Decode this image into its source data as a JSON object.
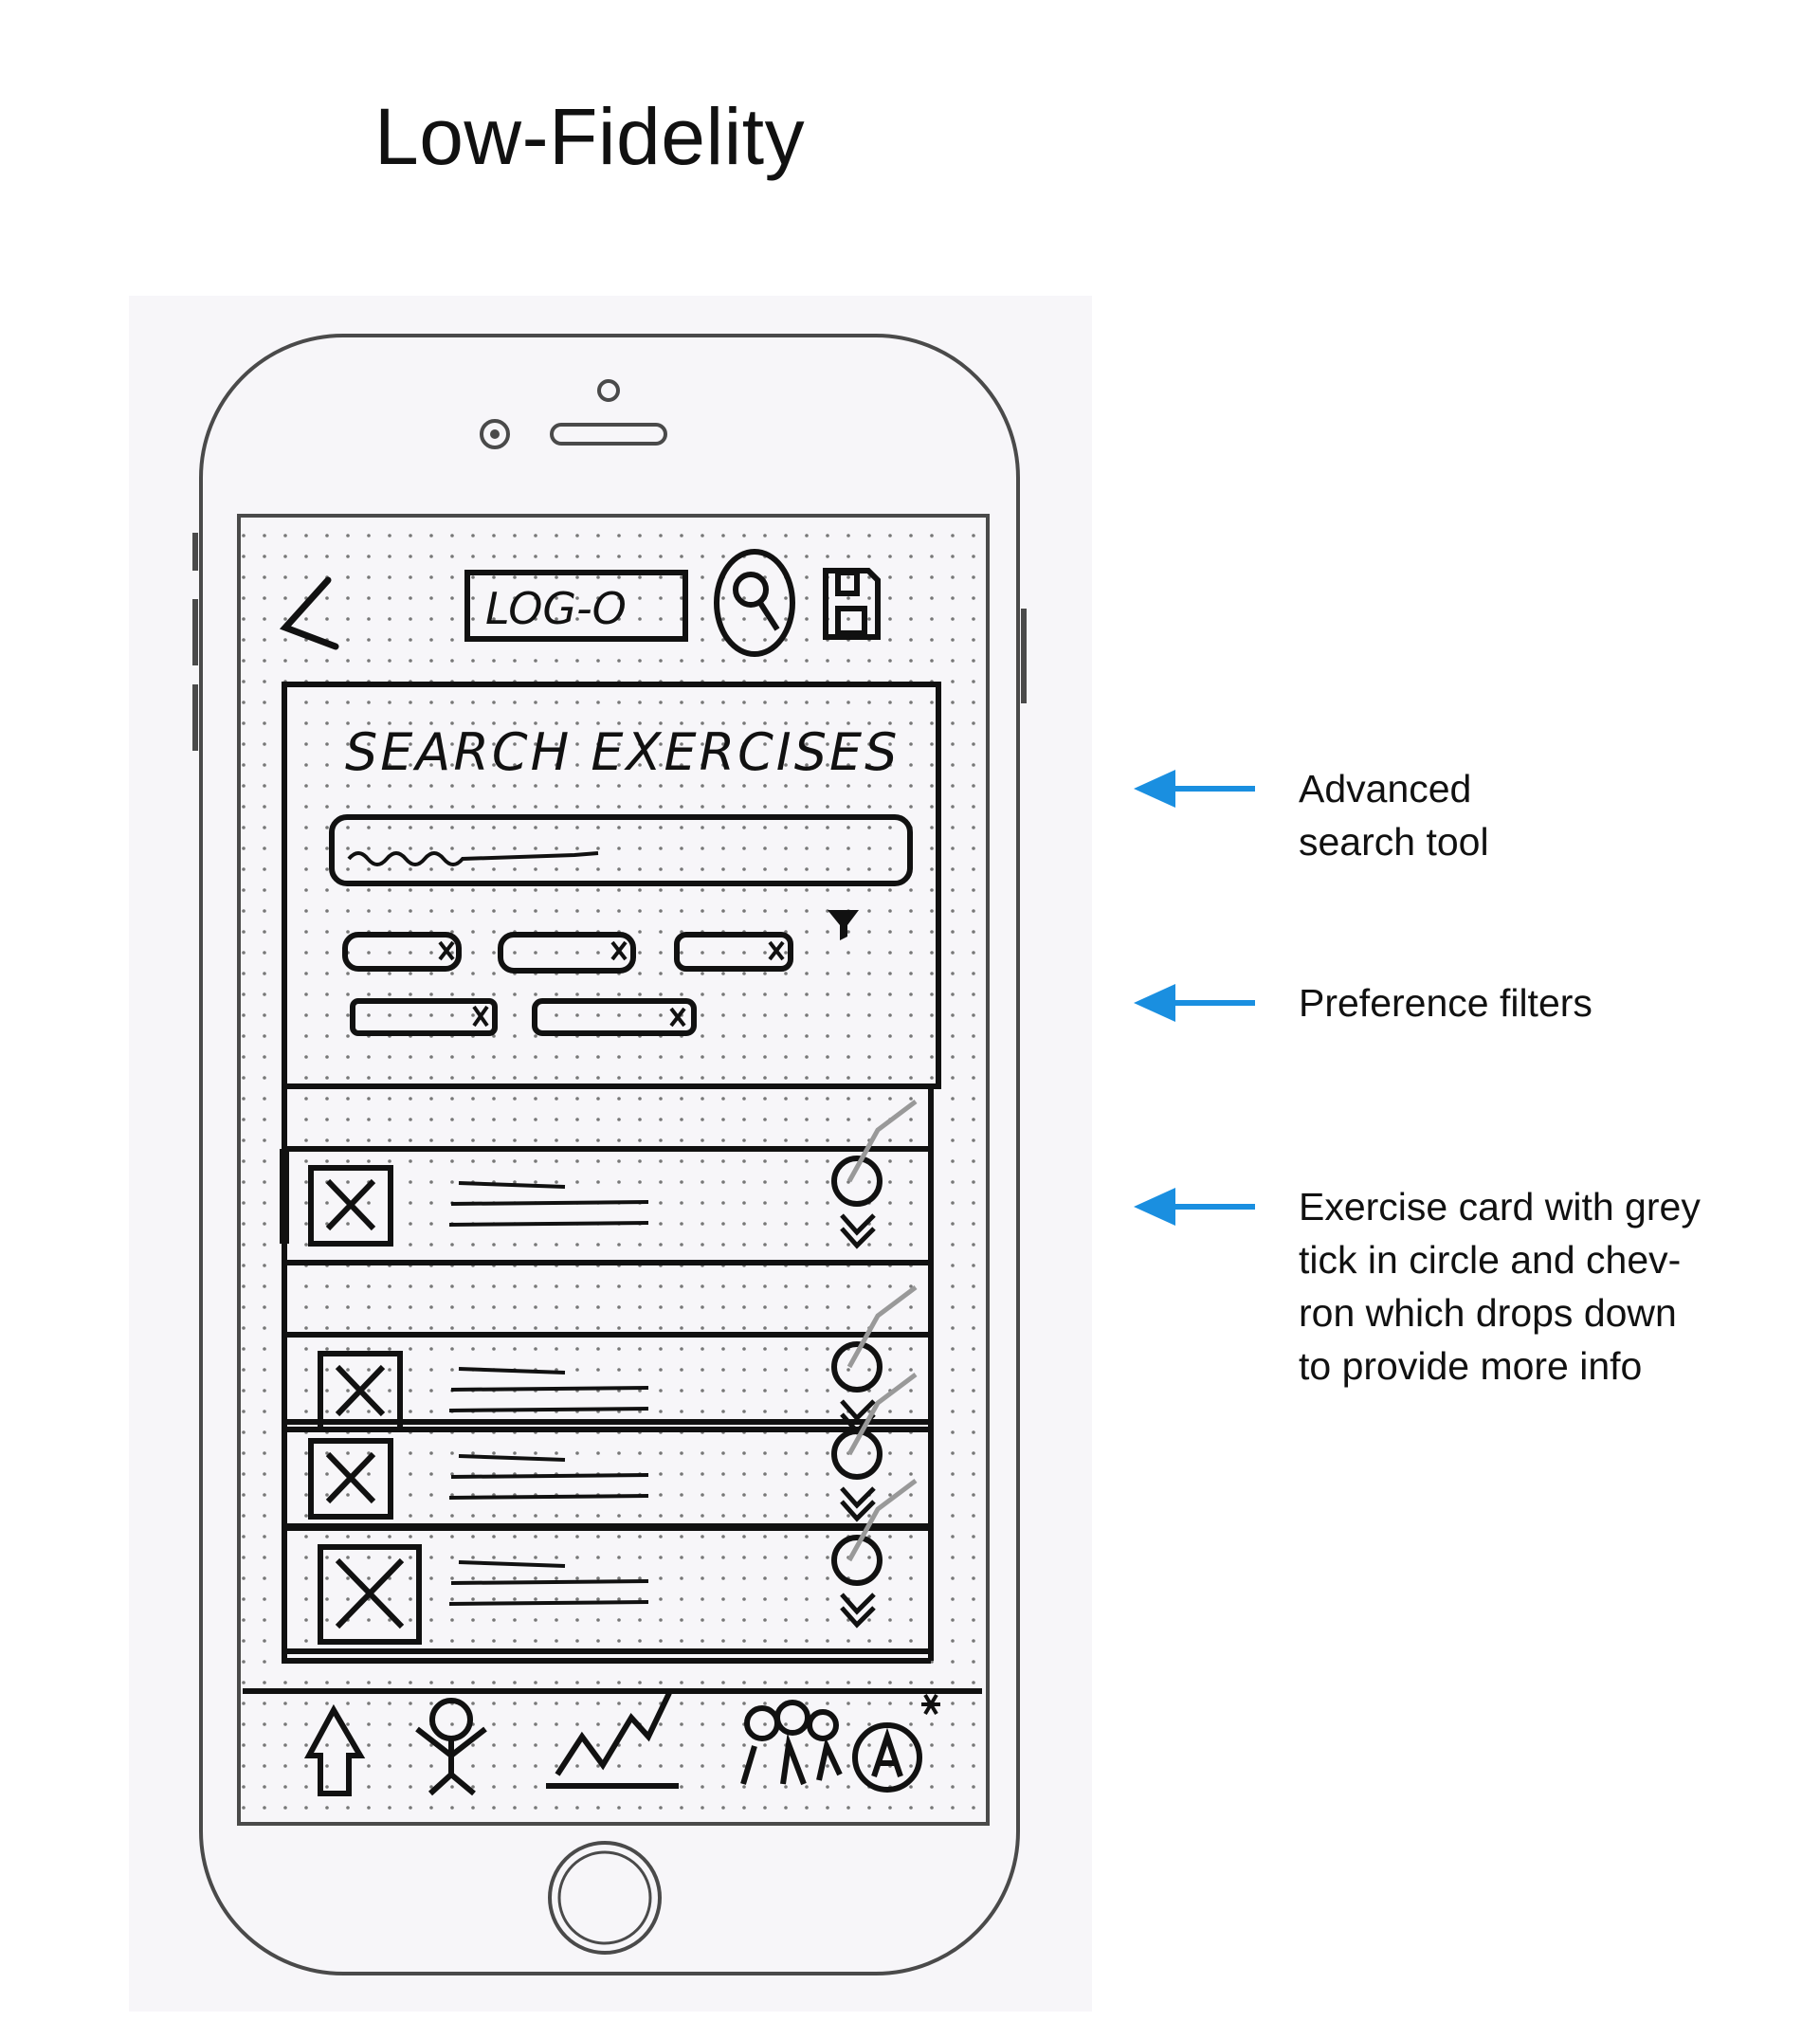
{
  "title": "Low-Fidelity",
  "accent_color": "#1a8fe0",
  "wireframe": {
    "logo_text": "LOG-O",
    "panel_title": "SEARCH EXERCISES",
    "header_icons": [
      "back-chevron-icon",
      "search-icon",
      "save-icon"
    ],
    "exercise_cards": 4,
    "nav_icons": [
      "home-icon",
      "exercise-person-icon",
      "progress-chart-icon",
      "community-icon",
      "profile-icon"
    ]
  },
  "annotations": [
    {
      "lines": [
        "Advanced",
        "search tool"
      ]
    },
    {
      "lines": [
        "Preference filters"
      ]
    },
    {
      "lines": [
        "Exercise card with grey",
        "tick in circle and chev-",
        "ron which drops down",
        "to provide more info"
      ]
    }
  ]
}
